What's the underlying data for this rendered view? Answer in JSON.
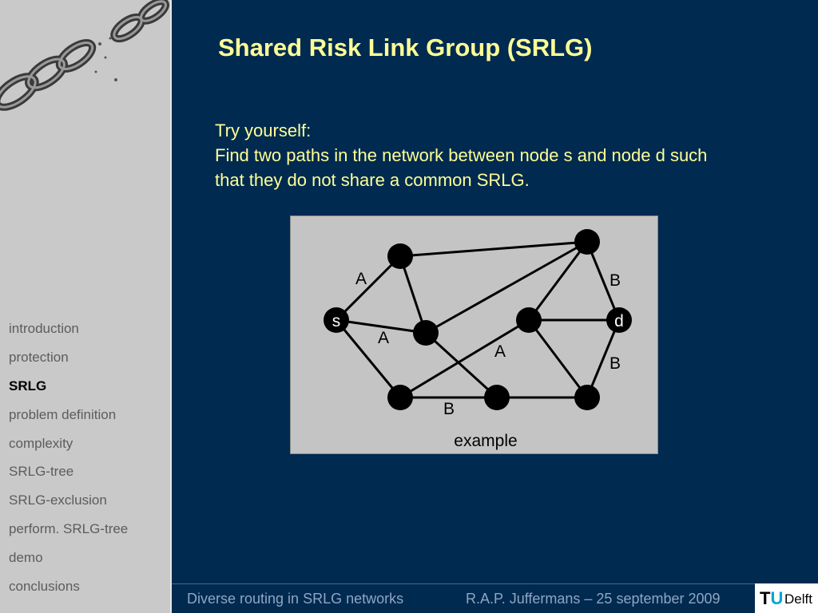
{
  "slide": {
    "title": "Shared Risk Link Group (SRLG)",
    "intro": "Try yourself:",
    "task_line1": "Find two paths in the network between node s and node d such",
    "task_line2": "that they do not share a common SRLG."
  },
  "nav": [
    {
      "label": "introduction",
      "active": false
    },
    {
      "label": "protection",
      "active": false
    },
    {
      "label": "SRLG",
      "active": true
    },
    {
      "label": "problem definition",
      "active": false
    },
    {
      "label": "complexity",
      "active": false
    },
    {
      "label": "SRLG-tree",
      "active": false
    },
    {
      "label": "SRLG-exclusion",
      "active": false
    },
    {
      "label": "perform. SRLG-tree",
      "active": false
    },
    {
      "label": "demo",
      "active": false
    },
    {
      "label": "conclusions",
      "active": false
    }
  ],
  "diagram": {
    "caption": "example",
    "node_s": "s",
    "node_d": "d",
    "labels": [
      "A",
      "A",
      "A",
      "B",
      "B",
      "B"
    ]
  },
  "footer": {
    "title": "Diverse routing in SRLG networks",
    "author": "R.A.P. Juffermans – 25 september 2009"
  },
  "logo": {
    "tu": "TU",
    "t": "T",
    "u": "U",
    "delft": "Delft"
  },
  "colors": {
    "background": "#002a50",
    "sidebar": "#c9c9c9",
    "title_text": "#ffff96",
    "figure_bg": "#c4c4c4",
    "nav_active": "#000000",
    "nav_inactive": "#5c5c5c"
  },
  "icons": {
    "sidebar_image": "broken-chain-icon"
  }
}
